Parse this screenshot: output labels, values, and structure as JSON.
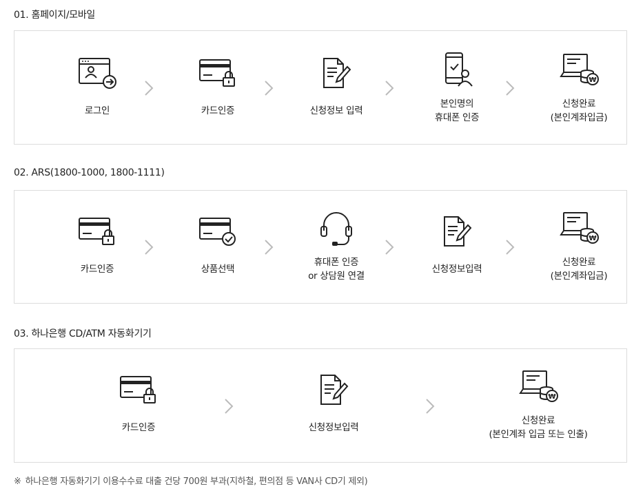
{
  "sections": [
    {
      "title": "01. 홈페이지/모바일",
      "steps": [
        {
          "icon": "login-window-icon",
          "label": "로그인"
        },
        {
          "icon": "card-lock-icon",
          "label": "카드인증"
        },
        {
          "icon": "document-pen-icon",
          "label": "신청정보 입력"
        },
        {
          "icon": "mobile-user-icon",
          "label": "본인명의\n휴대폰 인증"
        },
        {
          "icon": "laptop-coins-icon",
          "label": "신청완료\n(본인계좌입금)"
        }
      ]
    },
    {
      "title": "02. ARS(1800-1000, 1800-1111)",
      "steps": [
        {
          "icon": "card-lock-icon",
          "label": "카드인증"
        },
        {
          "icon": "card-check-icon",
          "label": "상품선택"
        },
        {
          "icon": "headset-icon",
          "label": "휴대폰 인증\nor 상담원 연결"
        },
        {
          "icon": "document-pen-icon",
          "label": "신청정보입력"
        },
        {
          "icon": "laptop-coins-icon",
          "label": "신청완료\n(본인계좌입금)"
        }
      ]
    },
    {
      "title": "03. 하나은행 CD/ATM 자동화기기",
      "steps": [
        {
          "icon": "card-lock-icon",
          "label": "카드인증"
        },
        {
          "icon": "document-pen-icon",
          "label": "신청정보입력"
        },
        {
          "icon": "laptop-coins-icon",
          "label": "신청완료\n(본인계좌 입금 또는 인출)"
        }
      ]
    }
  ],
  "footnote": {
    "mark": "※",
    "text": "하나은행 자동화기기 이용수수료 대출 건당 700원 부과(지하철, 편의점 등 VAN사 CD기 제외)"
  },
  "colors": {
    "icon_stroke": "#222222",
    "arrow": "#bbbbbb",
    "border": "#dcdcdc"
  }
}
